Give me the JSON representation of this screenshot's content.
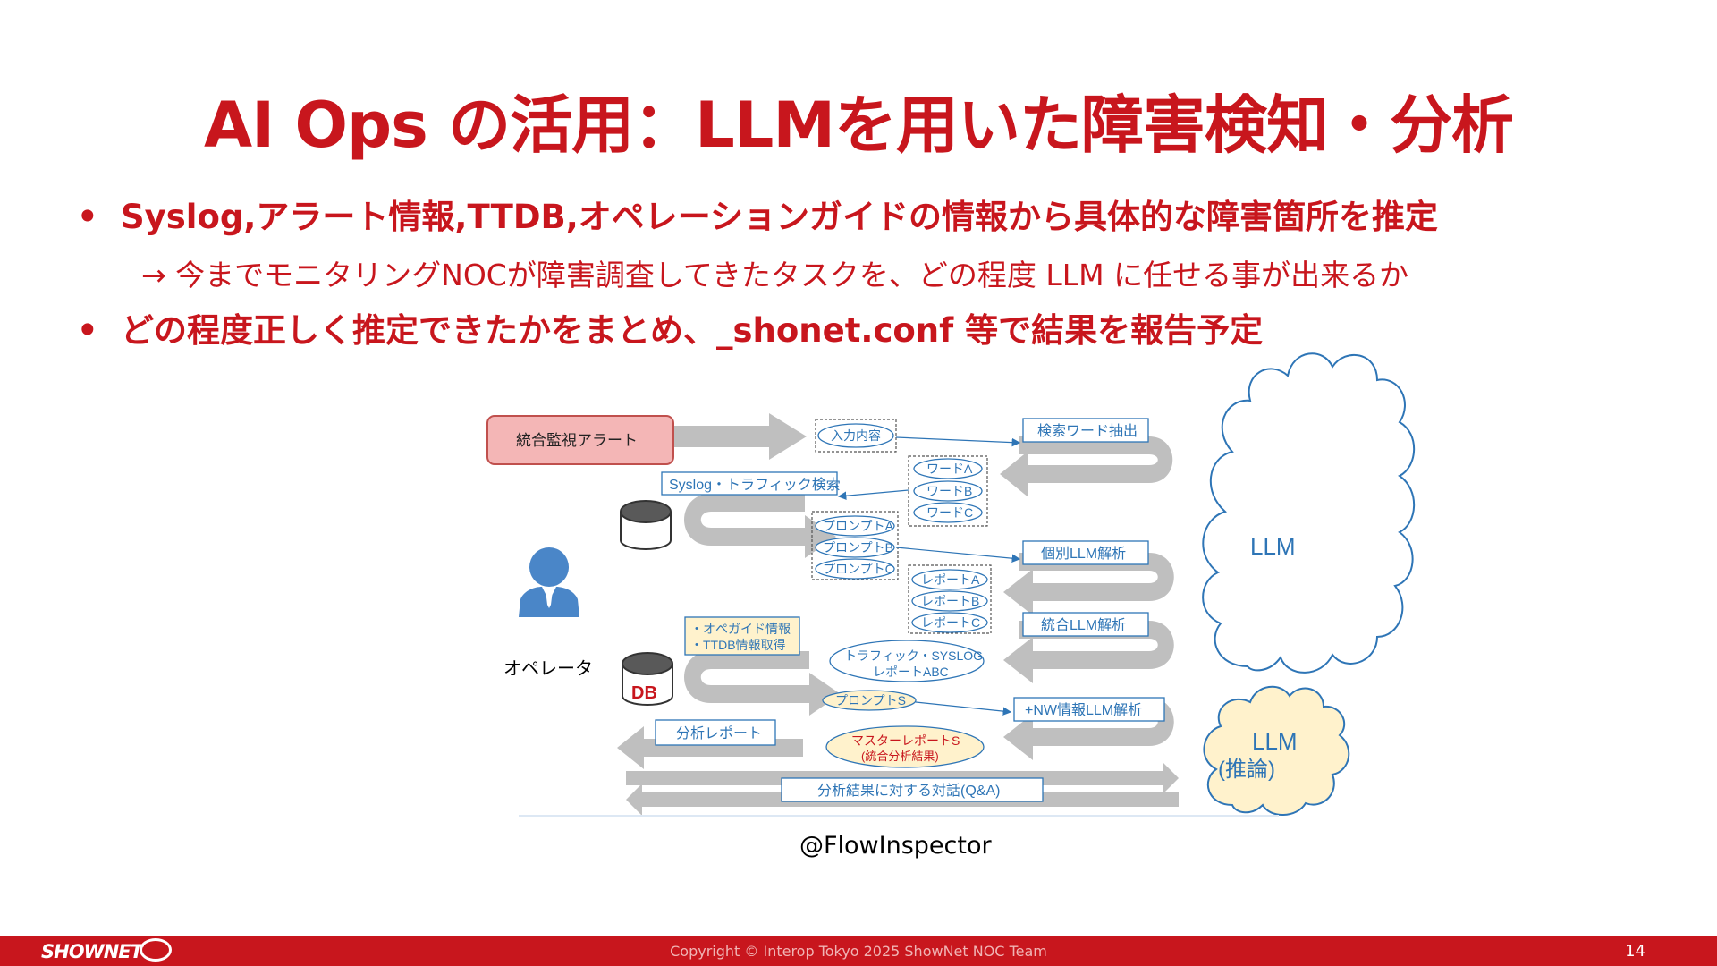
{
  "title": "AI Ops の活用：LLMを用いた障害検知・分析",
  "bullets": {
    "marker": "•",
    "first": "Syslog,アラート情報,TTDB,オペレーションガイドの情報から具体的な障害箇所を推定",
    "sub": "→ 今までモニタリングNOCが障害調査してきたタスクを、どの程度 LLM に任せる事が出来るか",
    "second": "どの程度正しく推定できたかをまとめ、_shonet.conf 等で結果を報告予定"
  },
  "diagram": {
    "alert": "統合監視アラート",
    "input": "入力内容",
    "keyword": "検索ワード抽出",
    "words": [
      "ワードA",
      "ワードB",
      "ワードC"
    ],
    "search": "Syslog・トラフィック検索",
    "prompts": [
      "プロンプトA",
      "プロンプトB",
      "プロンプトC"
    ],
    "individual": "個別LLM解析",
    "reports": [
      "レポートA",
      "レポートB",
      "レポートC"
    ],
    "integrated": "統合LLM解析",
    "opguide": [
      "・オペガイド情報",
      "・TTDB情報取得"
    ],
    "traffic_report": [
      "トラフィック・SYSLOG",
      "レポートABC"
    ],
    "prompt_s": "プロンプトS",
    "nw": "+NW情報LLM解析",
    "analysis_report": "分析レポート",
    "master": [
      "マスターレポートS",
      "(統合分析結果)"
    ],
    "qa": "分析結果に対する対話(Q&A)",
    "operator": "オペレータ",
    "db": "DB",
    "llm": "LLM",
    "llm2": [
      "LLM",
      "(推論)"
    ]
  },
  "caption": "@FlowInspector",
  "footer": {
    "logo": "SHOWNET",
    "copyright": "Copyright © Interop Tokyo 2025 ShowNet NOC Team",
    "page": "14"
  },
  "colors": {
    "accent": "#c8161d",
    "diagram_blue": "#2e75b6",
    "arrow_gray": "#bfbfbf",
    "note_yellow": "#fff2cc"
  }
}
